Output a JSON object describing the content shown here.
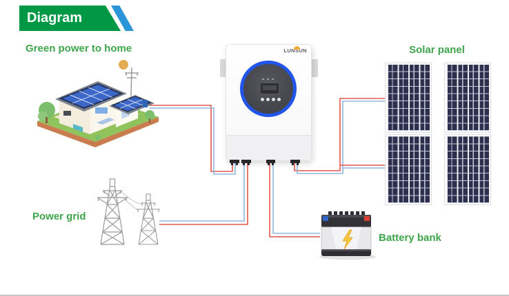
{
  "banner": {
    "title": "Diagram"
  },
  "labels": {
    "home": "Green power to home",
    "solar": "Solar panel",
    "grid": "Power grid",
    "battery": "Battery bank"
  },
  "inverter": {
    "brand": "LUNSUN"
  },
  "colors": {
    "banner_green": "#009845",
    "stripe_blue": "#2A96D8",
    "label_green": "#3FA54B",
    "wire_red": "#E4564E",
    "wire_blue": "#8FB6DE",
    "panel_cell_navy": "#2E2E4D",
    "inverter_ring_blue": "#2256E8",
    "battery_bolt_yellow": "#F6C73B"
  },
  "connections": [
    {
      "from": "home",
      "to": "inverter"
    },
    {
      "from": "power-grid",
      "to": "inverter"
    },
    {
      "from": "battery-bank",
      "to": "inverter"
    },
    {
      "from": "solar-panels",
      "to": "inverter"
    }
  ]
}
